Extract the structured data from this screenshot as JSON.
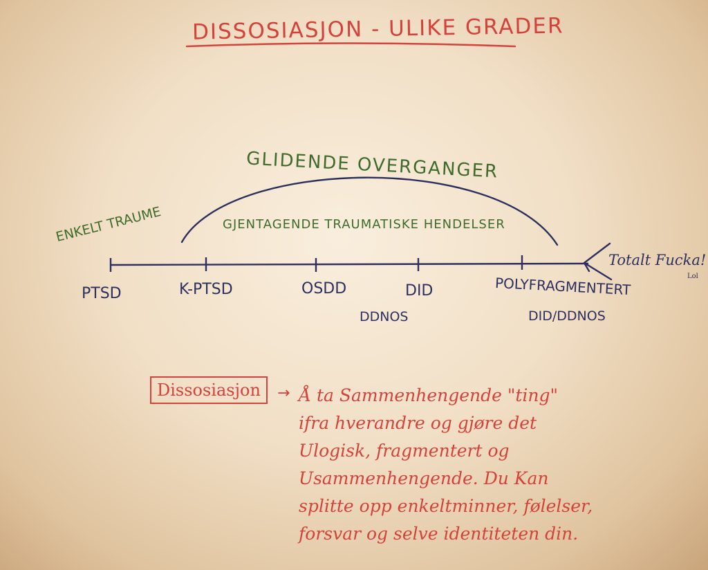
{
  "title": "DISSOSIASJON - ULIKE GRADER",
  "arc_label": "GLIDENDE OVERGANGER",
  "left_note": "ENKELT TRAUME",
  "arc_note": "GJENTAGENDE TRAUMATISKE HENDELSER",
  "labels": {
    "ptsd": "PTSD",
    "kptsd": "K-PTSD",
    "osdd": "OSDD",
    "did": "DID",
    "ddnos": "DDNOS",
    "poly": "POLYFRAGMENTERT",
    "did_ddnos": "DID/DDNOS"
  },
  "right_note": "Totalt Fucka!",
  "right_small": "Lol",
  "box_label": "Dissosiasjon",
  "arrow": "→",
  "definition_lines": [
    "Å ta Sammenhengende \"ting\"",
    "ifra hverandre og gjøre det",
    "Ulogisk, fragmentert og",
    "Usammenhengende. Du Kan",
    "splitte opp enkeltminner, følelser,",
    "forsvar og selve identiteten din."
  ],
  "colors": {
    "red": "#d4423b",
    "green": "#3e6b2c",
    "navy": "#2d2f5e"
  }
}
